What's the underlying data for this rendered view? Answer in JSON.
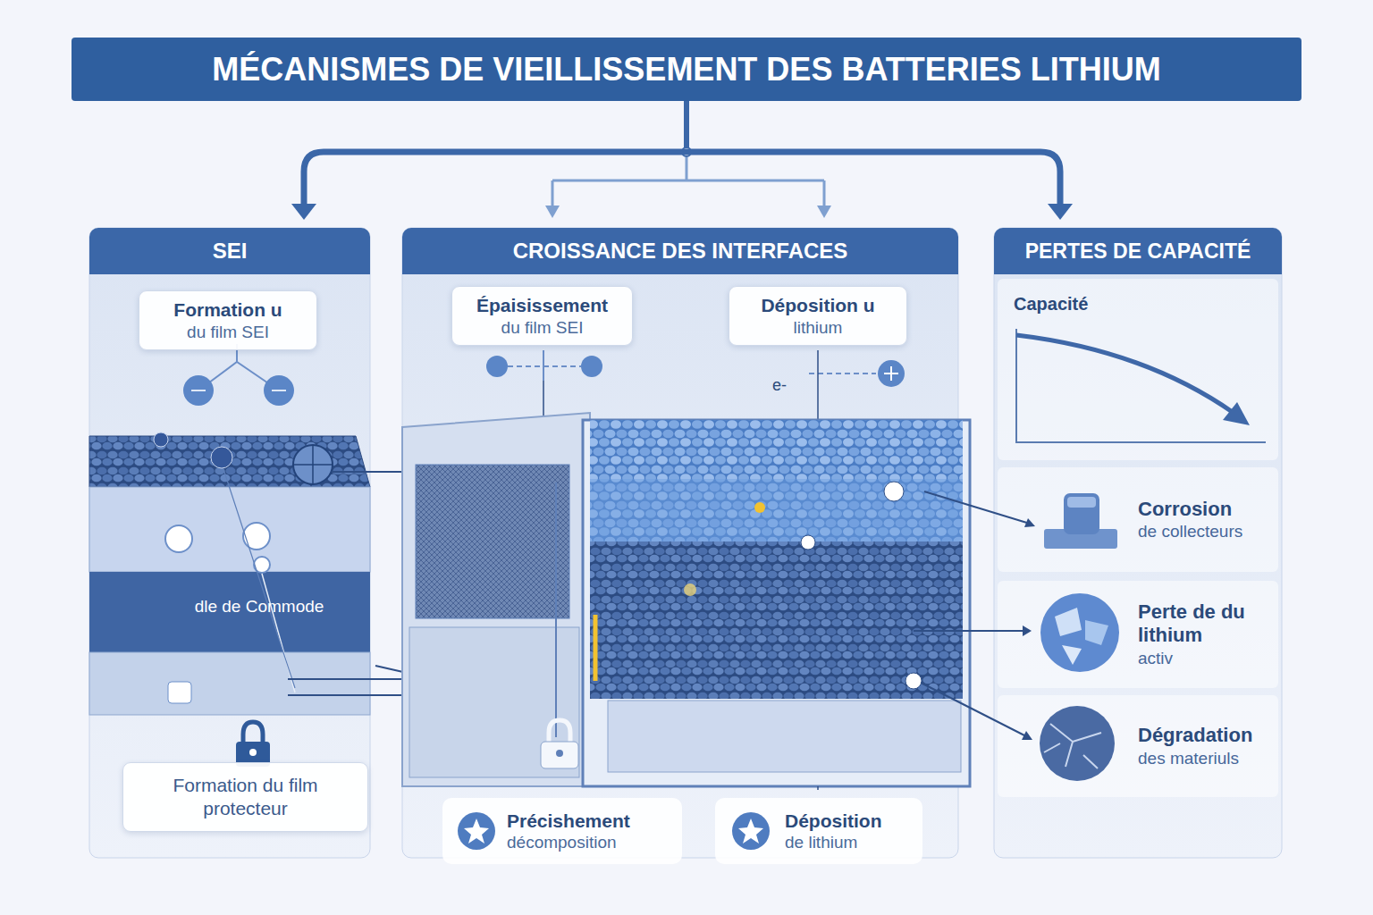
{
  "diagram": {
    "title": "MÉCANISMES DE VIEILLISSEMENT DES BATTERIES LITHIUM",
    "nodes": [
      {
        "text": [
          "SEI"
        ]
      },
      {
        "text": [
          "Formation u",
          "du film SEI"
        ],
        "in": 0
      },
      {
        "text": [
          "Formation du film protecteur"
        ],
        "in": 0
      },
      {
        "text": [
          "CROISSANCE DES INTERFACES"
        ]
      },
      {
        "text": [
          "Épaisissement",
          "du film SEI"
        ],
        "in": 3
      },
      {
        "text": [
          "Déposition u",
          "lithium"
        ],
        "in": 3
      },
      {
        "text": [
          "Précishement",
          "décomposition"
        ],
        "in": 3
      },
      {
        "text": [
          "Déposition",
          "de lithium"
        ],
        "in": 3
      },
      {
        "text": [
          "PERTES DE CAPACITÉ"
        ]
      },
      {
        "text": [
          "Capacité"
        ],
        "in": 8
      },
      {
        "text": [
          "Corrosion",
          "de collecteurs"
        ],
        "in": 8
      },
      {
        "text": [
          "Perte de du lithium",
          "activ"
        ],
        "in": 8
      },
      {
        "text": [
          "Dégradation",
          "des materiuls"
        ],
        "in": 8
      }
    ],
    "labels": [
      "dle de Commode",
      "e-"
    ]
  }
}
